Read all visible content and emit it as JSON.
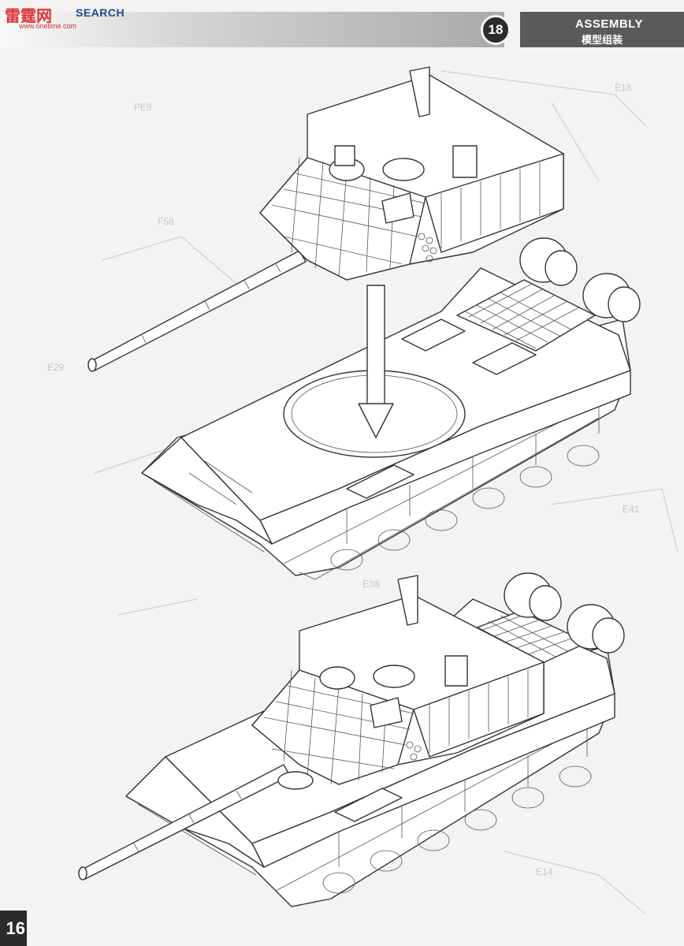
{
  "watermark": {
    "logo": "雷霆网",
    "search": "SEARCH",
    "url": "www.onetime.com"
  },
  "header": {
    "step_number": "18",
    "title_en": "ASSEMBLY",
    "title_cn": "模型组装"
  },
  "page_number": "16",
  "illustrations": {
    "top": "exploded view: turret lowered onto hull along arrow",
    "bottom": "assembled tank"
  },
  "icons": [
    "down-arrow-icon"
  ]
}
